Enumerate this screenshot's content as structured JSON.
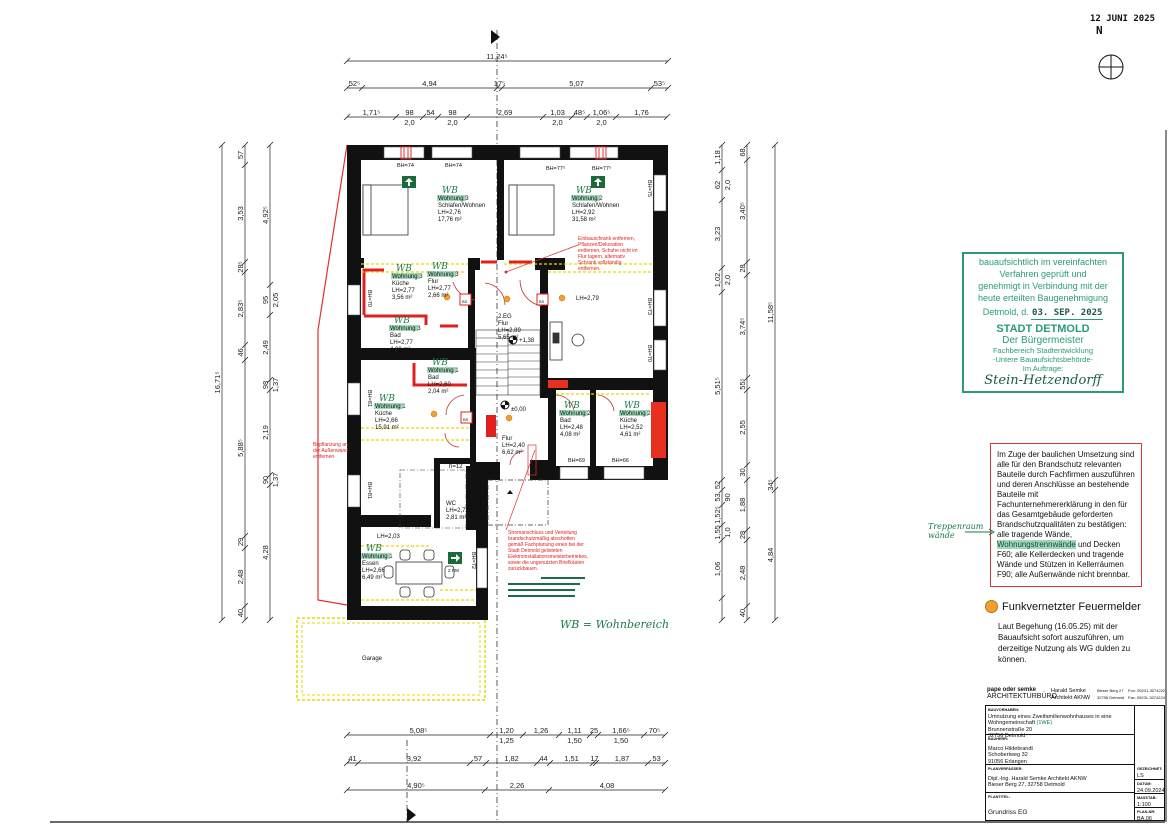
{
  "received_stamp": {
    "day": "12",
    "month_year": "JUNI 2025",
    "north_label": "N"
  },
  "dimensions": {
    "top": [
      {
        "labels": [
          "11,24⁵"
        ],
        "sub": []
      },
      {
        "labels": [
          "52⁵",
          "4,94",
          "17⁵",
          "5,07",
          "53⁵"
        ],
        "sub": []
      },
      {
        "labels": [
          "1,71⁵",
          "98",
          "54",
          "98",
          "2,69",
          "1,03",
          "48⁵",
          "1,06⁵",
          "1,76"
        ],
        "sub": [
          "",
          "2,0",
          "",
          "2,0",
          "",
          "2,0",
          "",
          "2,0",
          ""
        ]
      }
    ],
    "bottom": [
      {
        "labels": [
          "5,08⁵",
          "1,20",
          "1,26",
          "1,11",
          "25",
          "1,66⁵",
          "70⁵"
        ],
        "sub": [
          "",
          "1,25",
          "",
          "1,50",
          "",
          "1,50",
          ""
        ]
      },
      {
        "labels": [
          "41",
          "3,92",
          "57",
          "1,82",
          "44",
          "1,51",
          "17",
          "1,87",
          "53"
        ],
        "sub": []
      },
      {
        "labels": [
          "4,90⁵",
          "2,26",
          "4,08"
        ],
        "sub": []
      }
    ],
    "left": [
      {
        "labels": [
          "16,71⁵"
        ],
        "sub": []
      },
      {
        "labels": [
          "57",
          "3,53",
          "28⁵",
          "2,83⁵",
          "46",
          "5,88⁵",
          "29",
          "2,48",
          "40"
        ],
        "sub": []
      },
      {
        "labels": [
          "4,92⁵",
          "95",
          "2,49",
          "98",
          "2,19",
          "90",
          "4,28"
        ],
        "sub": [
          "",
          "2,05",
          "",
          "1,37",
          "",
          "1,37",
          ""
        ]
      }
    ],
    "right": [
      {
        "labels": [
          "1,18",
          "62",
          "3,23",
          "1,02",
          "5,51⁵",
          "52",
          "53",
          "1,52⁵",
          "1,55",
          "1,06"
        ],
        "sub": [
          "",
          "2,0",
          "",
          "2,0",
          "",
          "",
          "90",
          "",
          "1,0",
          ""
        ]
      },
      {
        "labels": [
          "68",
          "3,40⁵",
          "28",
          "3,74⁵",
          "55⁵",
          "2,55",
          "30",
          "1,88",
          "28",
          "2,48",
          "40"
        ],
        "sub": []
      },
      {
        "labels": [
          "11,58⁵",
          "34⁵",
          "4,84"
        ],
        "sub": []
      }
    ]
  },
  "rooms": [
    {
      "mark": "WB",
      "unit": "Wohnung 3",
      "name": "Schlafen/Wohnen",
      "lh": "LH=2,76",
      "area": "17,76 m²"
    },
    {
      "mark": "WB",
      "unit": "Wohnung 2",
      "name": "Schlafen/Wohnen",
      "lh": "LH=2,92",
      "area": "31,58 m²"
    },
    {
      "mark": "WB",
      "unit": "Wohnung 3",
      "name": "Küche",
      "lh": "LH=2,77",
      "area": "3,56 m²"
    },
    {
      "mark": "WB",
      "unit": "Wohnung 3",
      "name": "Flur",
      "lh": "LH=2,77",
      "area": "2,66 m²"
    },
    {
      "mark": "WB",
      "unit": "Wohnung 3",
      "name": "Bad",
      "lh": "LH=2,77",
      "area": "4,09 m²"
    },
    {
      "mark": "",
      "unit": "2.EG",
      "name": "Flur",
      "lh": "LH=2,89",
      "area": "5,65 m²"
    },
    {
      "mark": "",
      "unit": "",
      "name": "",
      "lh": "LH=2,79",
      "area": ""
    },
    {
      "mark": "WB",
      "unit": "Wohnung 1",
      "name": "Bad",
      "lh": "LH=2,60",
      "area": "2,04 m²"
    },
    {
      "mark": "WB",
      "unit": "Wohnung 1",
      "name": "Küche",
      "lh": "LH=2,66",
      "area": "15,91 m²"
    },
    {
      "mark": "",
      "unit": "",
      "name": "Flur",
      "lh": "LH=2,40",
      "area": "6,62 m²"
    },
    {
      "mark": "WB",
      "unit": "Wohnung 2",
      "name": "Bad",
      "lh": "LH=2,48",
      "area": "4,08 m²"
    },
    {
      "mark": "WB",
      "unit": "Wohnung 2",
      "name": "Küche",
      "lh": "LH=2,52",
      "area": "4,61 m²"
    },
    {
      "mark": "",
      "unit": "",
      "name": "WC",
      "lh": "LH=2,73",
      "area": "2,81 m²"
    },
    {
      "mark": "WB",
      "unit": "Wohnung 1",
      "name": "Essen",
      "lh": "LH=2,66",
      "area": "6,49 m²"
    }
  ],
  "plan_labels": {
    "bh": [
      "BH=74",
      "BH=74",
      "BH=77⁵",
      "BH=77⁵",
      "BH=75",
      "BH=70",
      "BH=73",
      "BH=70",
      "BH=81",
      "BH=81",
      "BH=72",
      "BH=69",
      "BH=66"
    ],
    "stair_level_top": "+1,38",
    "stair_level_ground": "±0,00",
    "h_label": "h=12",
    "lh_passage": "LH=2,03",
    "exit_label": "2 RW",
    "fire_box": "BS",
    "garage": "Garage"
  },
  "red_notes": {
    "wardrobe": [
      "Einbauschrank entfernen,",
      "Pflanzen/Dekoration",
      "entfernen, Schuhe nicht im",
      "Flur lagern, alternativ",
      "Schrank vollständig",
      "entfernen."
    ],
    "facade": [
      "Bepflanzung an",
      "der Außenwand",
      "entfernen"
    ],
    "power": [
      "Stromanschluss und Verteilung",
      "brandschutzmäßig abschotten",
      "gemäß Fachplanung eines bei der",
      "Stadt Detmold gelisteten",
      "Elektroinstallationsmeisterbetriebes,",
      "sowie die ungenutzten Briefkästen",
      "zurückbauen."
    ]
  },
  "handwritten": {
    "wb_legend": "WB = Wohnbereich",
    "stair_walls": [
      "Treppenraum",
      "wände"
    ],
    "we_note": "(1WE)"
  },
  "approval_stamp": {
    "lines": [
      "bauaufsichtlich im vereinfachten",
      "Verfahren geprüft und",
      "genehmigt in Verbindung mit der",
      "heute erteilten Baugenehmigung"
    ],
    "place": "Detmold, d.",
    "date": "03. SEP. 2025",
    "authority": "STADT DETMOLD",
    "office": "Der Bürgermeister",
    "dept": [
      "Fachbereich Stadtentwicklung",
      "-Untere Bauaufsichtsbehörde-",
      "Im Auftrage:"
    ],
    "signature": "Stein-Hetzendorff",
    "color": "#2a9a7a"
  },
  "fire_notice": {
    "before": "Im Zuge der baulichen Umsetzung sind alle für den Brandschutz relevanten Bauteile durch Fachfirmen auszuführen und deren Anschlüsse an bestehende Bauteile mit Fachunternehmererklärung in den für das Gesamtgebäude geforderten Brandschutzqualitäten zu bestätigen: alle tragende Wände,",
    "struck": "Wohnungstrennwände",
    "after": " und Decken F60; alle Kellerdecken und tragende Wände und Stützen in Kellerräumen F90; alle Außenwände nicht brennbar.",
    "border_color": "#d23a3a"
  },
  "legend": {
    "title": "Funkvernetzter Feuermelder",
    "description": "Laut Begehung (16.05.25) mit der Bauaufsicht sofort auszuführen, um derzeitige Nutzung als WG dulden zu können.",
    "dot_color": "#f0a030"
  },
  "title_block": {
    "office_name": "pape oder semke",
    "office_type": "ARCHITEKTURBÜRO",
    "architect": "Harald Semke",
    "architect_title": "Architekt AKNW",
    "address1": "Bieser Berg 27",
    "address2": "32758 Detmold",
    "fon": "Fon: 05231-3074222",
    "fax": "Fax: 05231-3074224",
    "project_label": "BAUVORHABEN:",
    "project": [
      "Umnutzung eines Zweifamilienwohnhauses in eine",
      "Wohngemeinschaft",
      "Brunnenstraße 20",
      "32756 Detmold"
    ],
    "client_label": "BAUHERR:",
    "client": [
      "Marco Hildebrandt",
      "Schobertweg 32",
      "91056 Erlangen"
    ],
    "designer_label": "PLANVERFASSER:",
    "designer": [
      "Dipl.-Ing. Harald Semke Architekt AKNW",
      "Bieser Berg 27, 32758 Detmold"
    ],
    "drawn_label": "GEZEICHNET:",
    "drawn": "LS",
    "date_label": "DATUM:",
    "date": "24.09.2024",
    "scale_label": "MASSTAB:",
    "scale": "1:100",
    "plan_title_label": "PLANTITEL:",
    "plan_title": "Grundriss EG",
    "plan_no_label": "PLAN-NR:",
    "plan_no": "BA.06"
  }
}
